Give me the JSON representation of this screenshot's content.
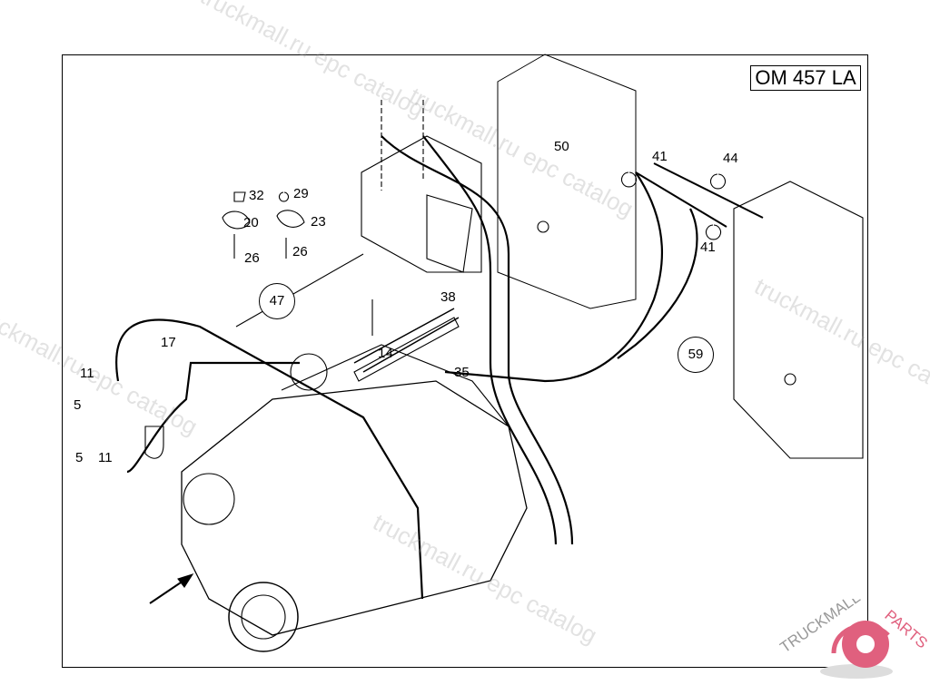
{
  "diagram": {
    "model_label": "OM 457 LA",
    "callouts": [
      "32",
      "29",
      "20",
      "23",
      "26",
      "26",
      "50",
      "41",
      "44",
      "41",
      "47",
      "38",
      "17",
      "14",
      "35",
      "11",
      "5",
      "5",
      "11",
      "59"
    ],
    "circled_callouts": [
      "47",
      "59"
    ]
  },
  "watermark": {
    "text": "truckmall.ru epc catalog",
    "logo_text": "TRUCKMALLPARTS",
    "logo_color": "#e0607e"
  }
}
